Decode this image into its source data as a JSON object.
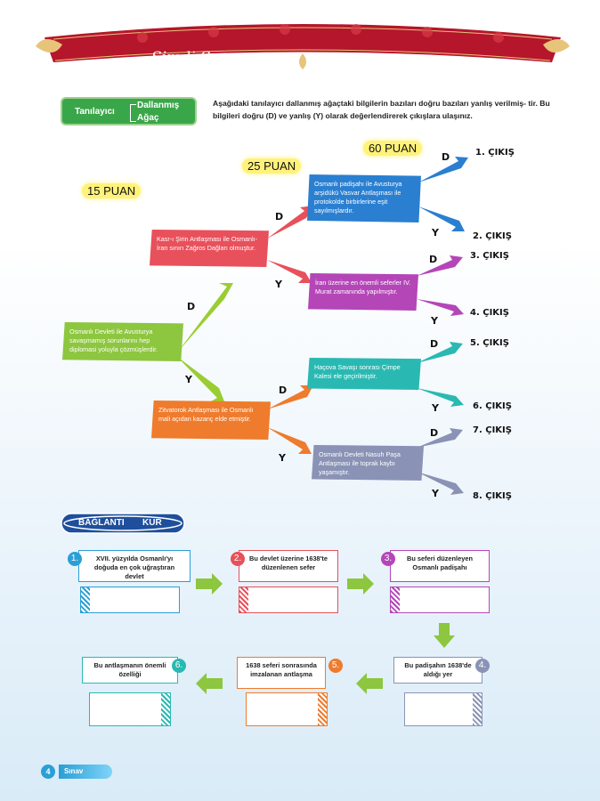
{
  "header": {
    "title": "Şimdi Sen"
  },
  "tag": {
    "left": "Tanılayıcı",
    "right1": "Dallanmış",
    "right2": "Ağaç"
  },
  "intro": "Aşağıdaki tanılayıcı dallanmış ağaçtaki bilgilerin bazıları doğru bazıları yanlış verilmiş- tir. Bu bilgileri doğru (D) ve yanlış (Y) olarak değerlendirerek çıkışlara ulaşınız.",
  "points": {
    "p15": "15 PUAN",
    "p25": "25 PUAN",
    "p60": "60 PUAN"
  },
  "statements": {
    "root": "Osmanlı Devleti ile Avusturya savaşmamış sorunlarını hep diplomasi yoluyla çözmüşlerdir.",
    "kasr": "Kasr-ı Şirin Antlaşması ile Osmanlı-İran sınırı Zağros Dağları olmuştur.",
    "zitva": "Zitvatorok Antlaşması ile Osmanlı mali açıdan kazanç elde etmiştir.",
    "vasvar": "Osmanlı padişahı ile Avusturya arşidükü Vasvar Antlaşması ile protokolde birbirlerine eşit sayılmışlardır.",
    "iran": "İran üzerine en önemli seferler IV. Murat zamanında yapılmıştır.",
    "hacova": "Haçova Savaşı sonrası Çimpe Kalesi ele geçirilmiştir.",
    "nasuh": "Osmanlı Devleti Nasuh Paşa Antlaşması ile toprak kaybı yaşamıştır."
  },
  "labels": {
    "d": "D",
    "y": "Y"
  },
  "exits": [
    "1. ÇIKIŞ",
    "2. ÇIKIŞ",
    "3. ÇIKIŞ",
    "4. ÇIKIŞ",
    "5. ÇIKIŞ",
    "6. ÇIKIŞ",
    "7. ÇIKIŞ",
    "8. ÇIKIŞ"
  ],
  "baglanti": {
    "left": "BAĞLANTI",
    "right": "KUR"
  },
  "questions": [
    {
      "num": "1.",
      "text": "XVII. yüzyılda Osmanlı'yı doğuda en çok uğraştıran devlet",
      "color": "#2a9fd6"
    },
    {
      "num": "2.",
      "text": "Bu devlet üzerine 1638'te düzenlenen sefer",
      "color": "#e8505b"
    },
    {
      "num": "3.",
      "text": "Bu seferi düzenleyen Osmanlı padişahı",
      "color": "#b446b8"
    },
    {
      "num": "4.",
      "text": "Bu padişahın 1638'de aldığı yer",
      "color": "#8a93b5"
    },
    {
      "num": "5.",
      "text": "1638 seferi sonrasında imzalanan antlaşma",
      "color": "#ef7b2c"
    },
    {
      "num": "6.",
      "text": "Bu antlaşmanın önemli özelliği",
      "color": "#2ab9b2"
    }
  ],
  "footer": {
    "page": "4",
    "brand": "Sınav"
  }
}
